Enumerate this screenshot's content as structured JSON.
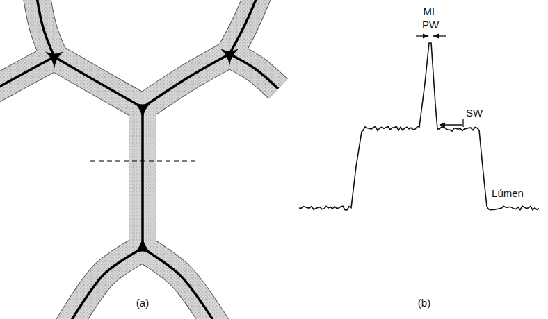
{
  "diagram": {
    "labels": [
      "ML",
      "PW",
      "SW",
      "Lúmen",
      "(a)",
      "(b)"
    ]
  }
}
